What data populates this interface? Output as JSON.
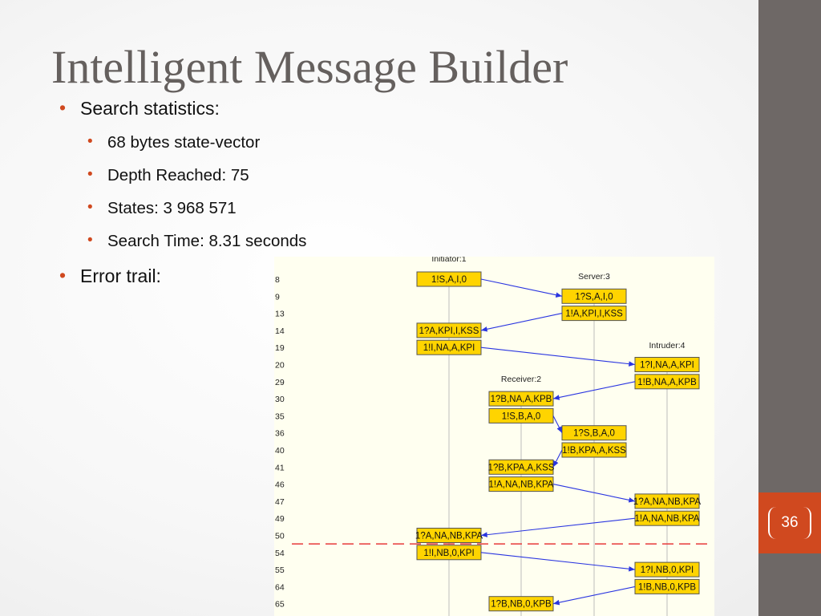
{
  "slide": {
    "title": "Intelligent Message Builder",
    "slide_number": "36"
  },
  "bullets": {
    "search_statistics": "Search statistics:",
    "state_vector": "68 bytes state-vector",
    "depth": "Depth Reached: 75",
    "states": "States: 3 968 571",
    "search_time": "Search Time: 8.31 seconds",
    "error_trail": "Error trail:"
  },
  "diagram": {
    "processes": [
      {
        "id": "initiator",
        "label": "Initiator:1"
      },
      {
        "id": "server",
        "label": "Server:3"
      },
      {
        "id": "intruder",
        "label": "Intruder:4"
      },
      {
        "id": "receiver",
        "label": "Receiver:2"
      }
    ],
    "steps": [
      "8",
      "9",
      "13",
      "14",
      "19",
      "20",
      "29",
      "30",
      "35",
      "36",
      "40",
      "41",
      "46",
      "47",
      "49",
      "50",
      "54",
      "55",
      "64",
      "65"
    ],
    "messages": [
      {
        "id": "m1",
        "proc": "initiator",
        "row": 0,
        "text": "1!S,A,I,0"
      },
      {
        "id": "m2",
        "proc": "server",
        "row": 1,
        "text": "1?S,A,I,0"
      },
      {
        "id": "m3",
        "proc": "server",
        "row": 2,
        "text": "1!A,KPI,I,KSS"
      },
      {
        "id": "m4",
        "proc": "initiator",
        "row": 3,
        "text": "1?A,KPI,I,KSS"
      },
      {
        "id": "m5",
        "proc": "initiator",
        "row": 4,
        "text": "1!I,NA,A,KPI"
      },
      {
        "id": "m6",
        "proc": "intruder",
        "row": 5,
        "text": "1?I,NA,A,KPI"
      },
      {
        "id": "m7",
        "proc": "intruder",
        "row": 6,
        "text": "1!B,NA,A,KPB"
      },
      {
        "id": "m8",
        "proc": "receiver",
        "row": 7,
        "text": "1?B,NA,A,KPB"
      },
      {
        "id": "m9",
        "proc": "receiver",
        "row": 8,
        "text": "1!S,B,A,0"
      },
      {
        "id": "m10",
        "proc": "server",
        "row": 9,
        "text": "1?S,B,A,0"
      },
      {
        "id": "m11",
        "proc": "server",
        "row": 10,
        "text": "1!B,KPA,A,KSS"
      },
      {
        "id": "m12",
        "proc": "receiver",
        "row": 11,
        "text": "1?B,KPA,A,KSS"
      },
      {
        "id": "m13",
        "proc": "receiver",
        "row": 12,
        "text": "1!A,NA,NB,KPA"
      },
      {
        "id": "m14",
        "proc": "intruder",
        "row": 13,
        "text": "1?A,NA,NB,KPA"
      },
      {
        "id": "m15",
        "proc": "intruder",
        "row": 14,
        "text": "1!A,NA,NB,KPA"
      },
      {
        "id": "m16",
        "proc": "initiator",
        "row": 15,
        "text": "1?A,NA,NB,KPA"
      },
      {
        "id": "m17",
        "proc": "initiator",
        "row": 16,
        "text": "1!I,NB,0,KPI"
      },
      {
        "id": "m18",
        "proc": "intruder",
        "row": 17,
        "text": "1?I,NB,0,KPI"
      },
      {
        "id": "m19",
        "proc": "intruder",
        "row": 18,
        "text": "1!B,NB,0,KPB"
      },
      {
        "id": "m20",
        "proc": "receiver",
        "row": 19,
        "text": "1?B,NB,0,KPB"
      }
    ],
    "arrows": [
      [
        "m1",
        "m2"
      ],
      [
        "m3",
        "m4"
      ],
      [
        "m5",
        "m6"
      ],
      [
        "m7",
        "m8"
      ],
      [
        "m9",
        "m10"
      ],
      [
        "m11",
        "m12"
      ],
      [
        "m13",
        "m14"
      ],
      [
        "m15",
        "m16"
      ],
      [
        "m17",
        "m18"
      ],
      [
        "m19",
        "m20"
      ]
    ],
    "colors": {
      "box_fill": "#ffd400",
      "box_stroke": "#555555",
      "arrow": "#2a35e0",
      "lifeline": "#bdbdbd",
      "error_line": "#e83a3a",
      "background": "#fffff0"
    }
  }
}
